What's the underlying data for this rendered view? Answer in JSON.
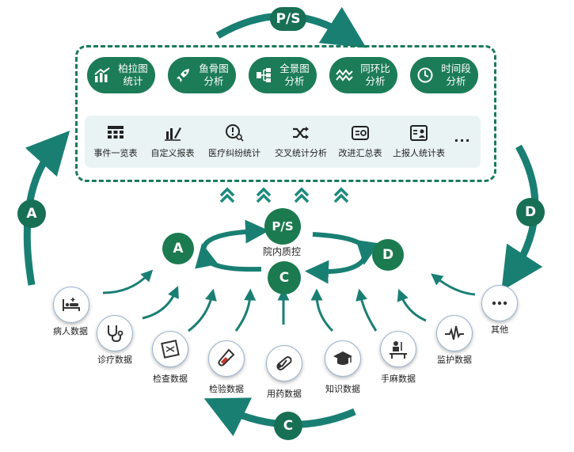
{
  "top_badge": "P/S",
  "left_badge": "A",
  "right_badge": "D",
  "bottom_badge": "C",
  "analysis_pills": [
    {
      "line1": "柏拉图",
      "line2": "统计",
      "icon": "bar-trend-icon"
    },
    {
      "line1": "鱼骨图",
      "line2": "分析",
      "icon": "rocket-icon"
    },
    {
      "line1": "全景图",
      "line2": "分析",
      "icon": "hierarchy-icon"
    },
    {
      "line1": "同环比",
      "line2": "分析",
      "icon": "wave-icon"
    },
    {
      "line1": "时间段",
      "line2": "分析",
      "icon": "clock-icon"
    }
  ],
  "report_tools": [
    {
      "label": "事件一览表",
      "icon": "table-icon"
    },
    {
      "label": "自定义报表",
      "icon": "edit-chart-icon"
    },
    {
      "label": "医疗纠纷统计",
      "icon": "dispute-search-icon"
    },
    {
      "label": "交叉统计分析",
      "icon": "shuffle-icon"
    },
    {
      "label": "改进汇总表",
      "icon": "improve-icon"
    },
    {
      "label": "上报人统计表",
      "icon": "reporter-card-icon"
    },
    {
      "label": "···",
      "icon": "more-icon"
    }
  ],
  "cycle": {
    "ps": "P/S",
    "a": "A",
    "c": "C",
    "d": "D",
    "center_label": "院内质控"
  },
  "data_sources": [
    {
      "label": "病人数据",
      "icon": "patient-bed-icon"
    },
    {
      "label": "诊疗数据",
      "icon": "stethoscope-icon"
    },
    {
      "label": "检查数据",
      "icon": "xray-film-icon"
    },
    {
      "label": "检验数据",
      "icon": "test-tube-icon"
    },
    {
      "label": "用药数据",
      "icon": "pill-icon"
    },
    {
      "label": "知识数据",
      "icon": "graduation-cap-icon"
    },
    {
      "label": "手麻数据",
      "icon": "surgery-icon"
    },
    {
      "label": "监护数据",
      "icon": "heartbeat-icon"
    },
    {
      "label": "其他",
      "icon": "more-dots-icon"
    }
  ],
  "colors": {
    "primary_green": "#1b7a4f",
    "teal_arrow": "#1a7f73",
    "panel_strip": "#e9f3f3"
  }
}
